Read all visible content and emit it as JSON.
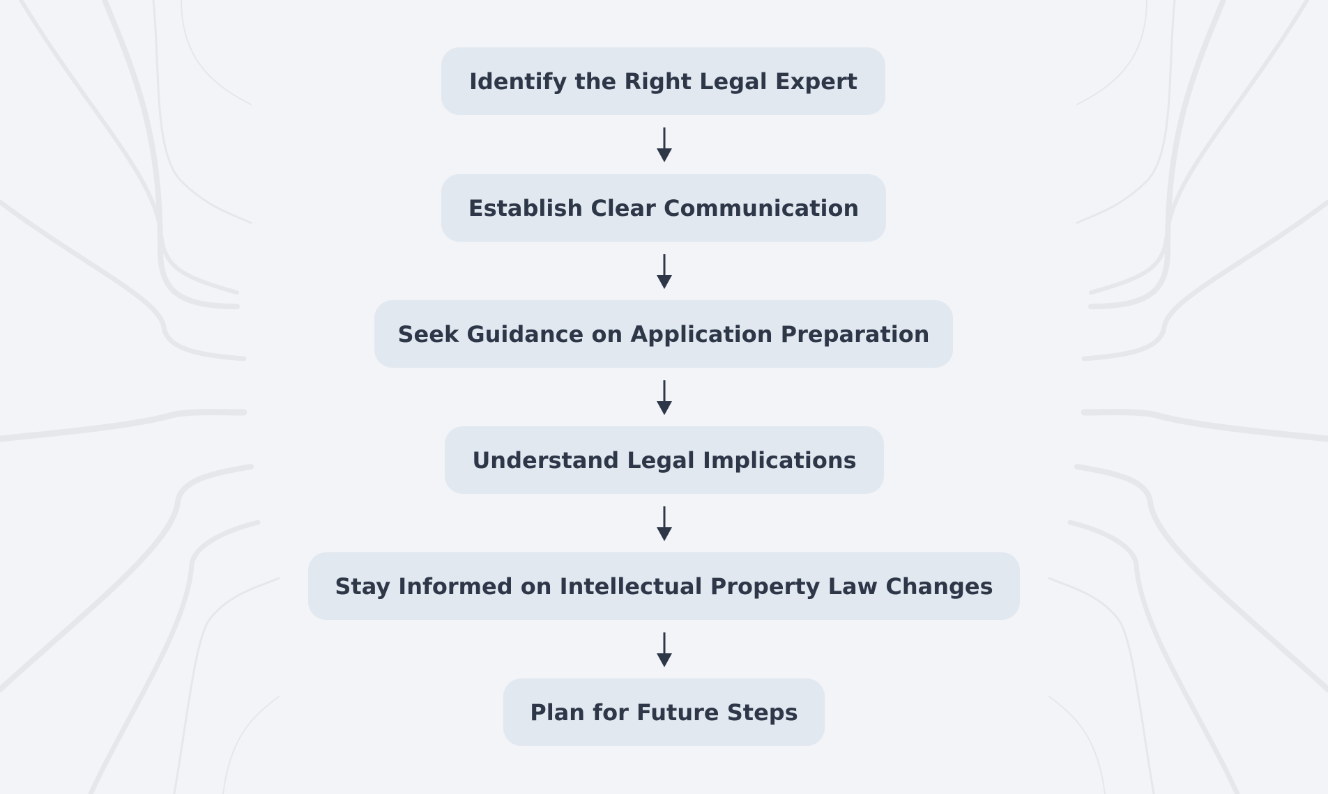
{
  "flow": {
    "steps": [
      {
        "label": "Identify the Right Legal Expert"
      },
      {
        "label": "Establish Clear Communication"
      },
      {
        "label": "Seek Guidance on Application Preparation"
      },
      {
        "label": "Understand Legal Implications"
      },
      {
        "label": "Stay Informed on Intellectual Property Law Changes"
      },
      {
        "label": "Plan for Future Steps"
      }
    ]
  },
  "colors": {
    "background": "#f2f4f7",
    "node": "#e2e8f0",
    "text": "#2d3748"
  }
}
